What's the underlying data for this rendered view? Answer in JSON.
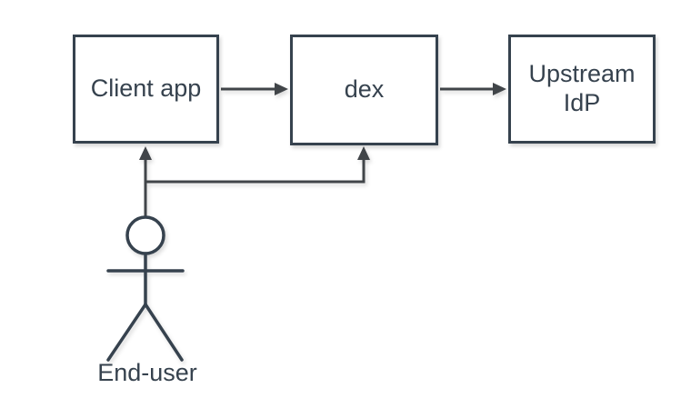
{
  "diagram": {
    "title": "dex authentication flow diagram",
    "theme": {
      "bg": "#ffffff",
      "shape-stroke": "#36424e",
      "edge-stroke": "#414549",
      "text-color": "#36424e"
    },
    "nodes": [
      {
        "id": "client-app",
        "label": "Client app"
      },
      {
        "id": "dex",
        "label": "dex"
      },
      {
        "id": "upstream-idp",
        "label": "Upstream IdP"
      }
    ],
    "actor": {
      "id": "end-user",
      "label": "End-user"
    },
    "edges": [
      {
        "from": "Client app",
        "to": "dex"
      },
      {
        "from": "dex",
        "to": "Upstream IdP"
      },
      {
        "from": "End-user",
        "to": "Client app"
      },
      {
        "from": "End-user",
        "to": "dex"
      }
    ]
  }
}
